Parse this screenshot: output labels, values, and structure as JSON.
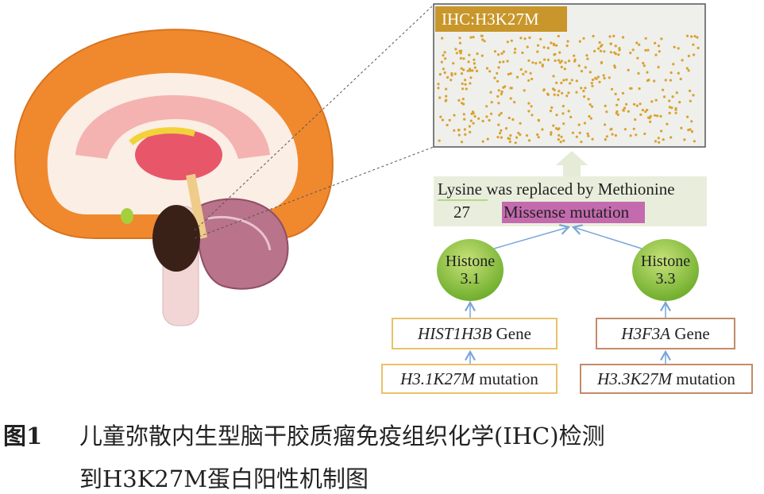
{
  "ihc": {
    "label": "IHC:H3K27M",
    "label_color": "#c8962a",
    "dot_color": "#d9a22e"
  },
  "summary": {
    "line1": "Lysine was replaced by Methionine",
    "position": "27",
    "missense": "Missense mutation",
    "missense_color": "#c46aae"
  },
  "histones": [
    {
      "line1": "Histone",
      "line2": "3.1"
    },
    {
      "line1": "Histone",
      "line2": "3.3"
    }
  ],
  "genes": [
    {
      "name": "HIST1H3B",
      "suffix": " Gene"
    },
    {
      "name": "H3F3A",
      "suffix": " Gene"
    }
  ],
  "mutations": [
    {
      "name": "H3.1K27M",
      "suffix": " mutation"
    },
    {
      "name": "H3.3K27M",
      "suffix": " mutation"
    }
  ],
  "caption": {
    "figure_no": "图1",
    "line1": "儿童弥散内生型脑干胶质瘤免疫组织化学(IHC)检测",
    "line2": "到H3K27M蛋白阳性机制图"
  }
}
